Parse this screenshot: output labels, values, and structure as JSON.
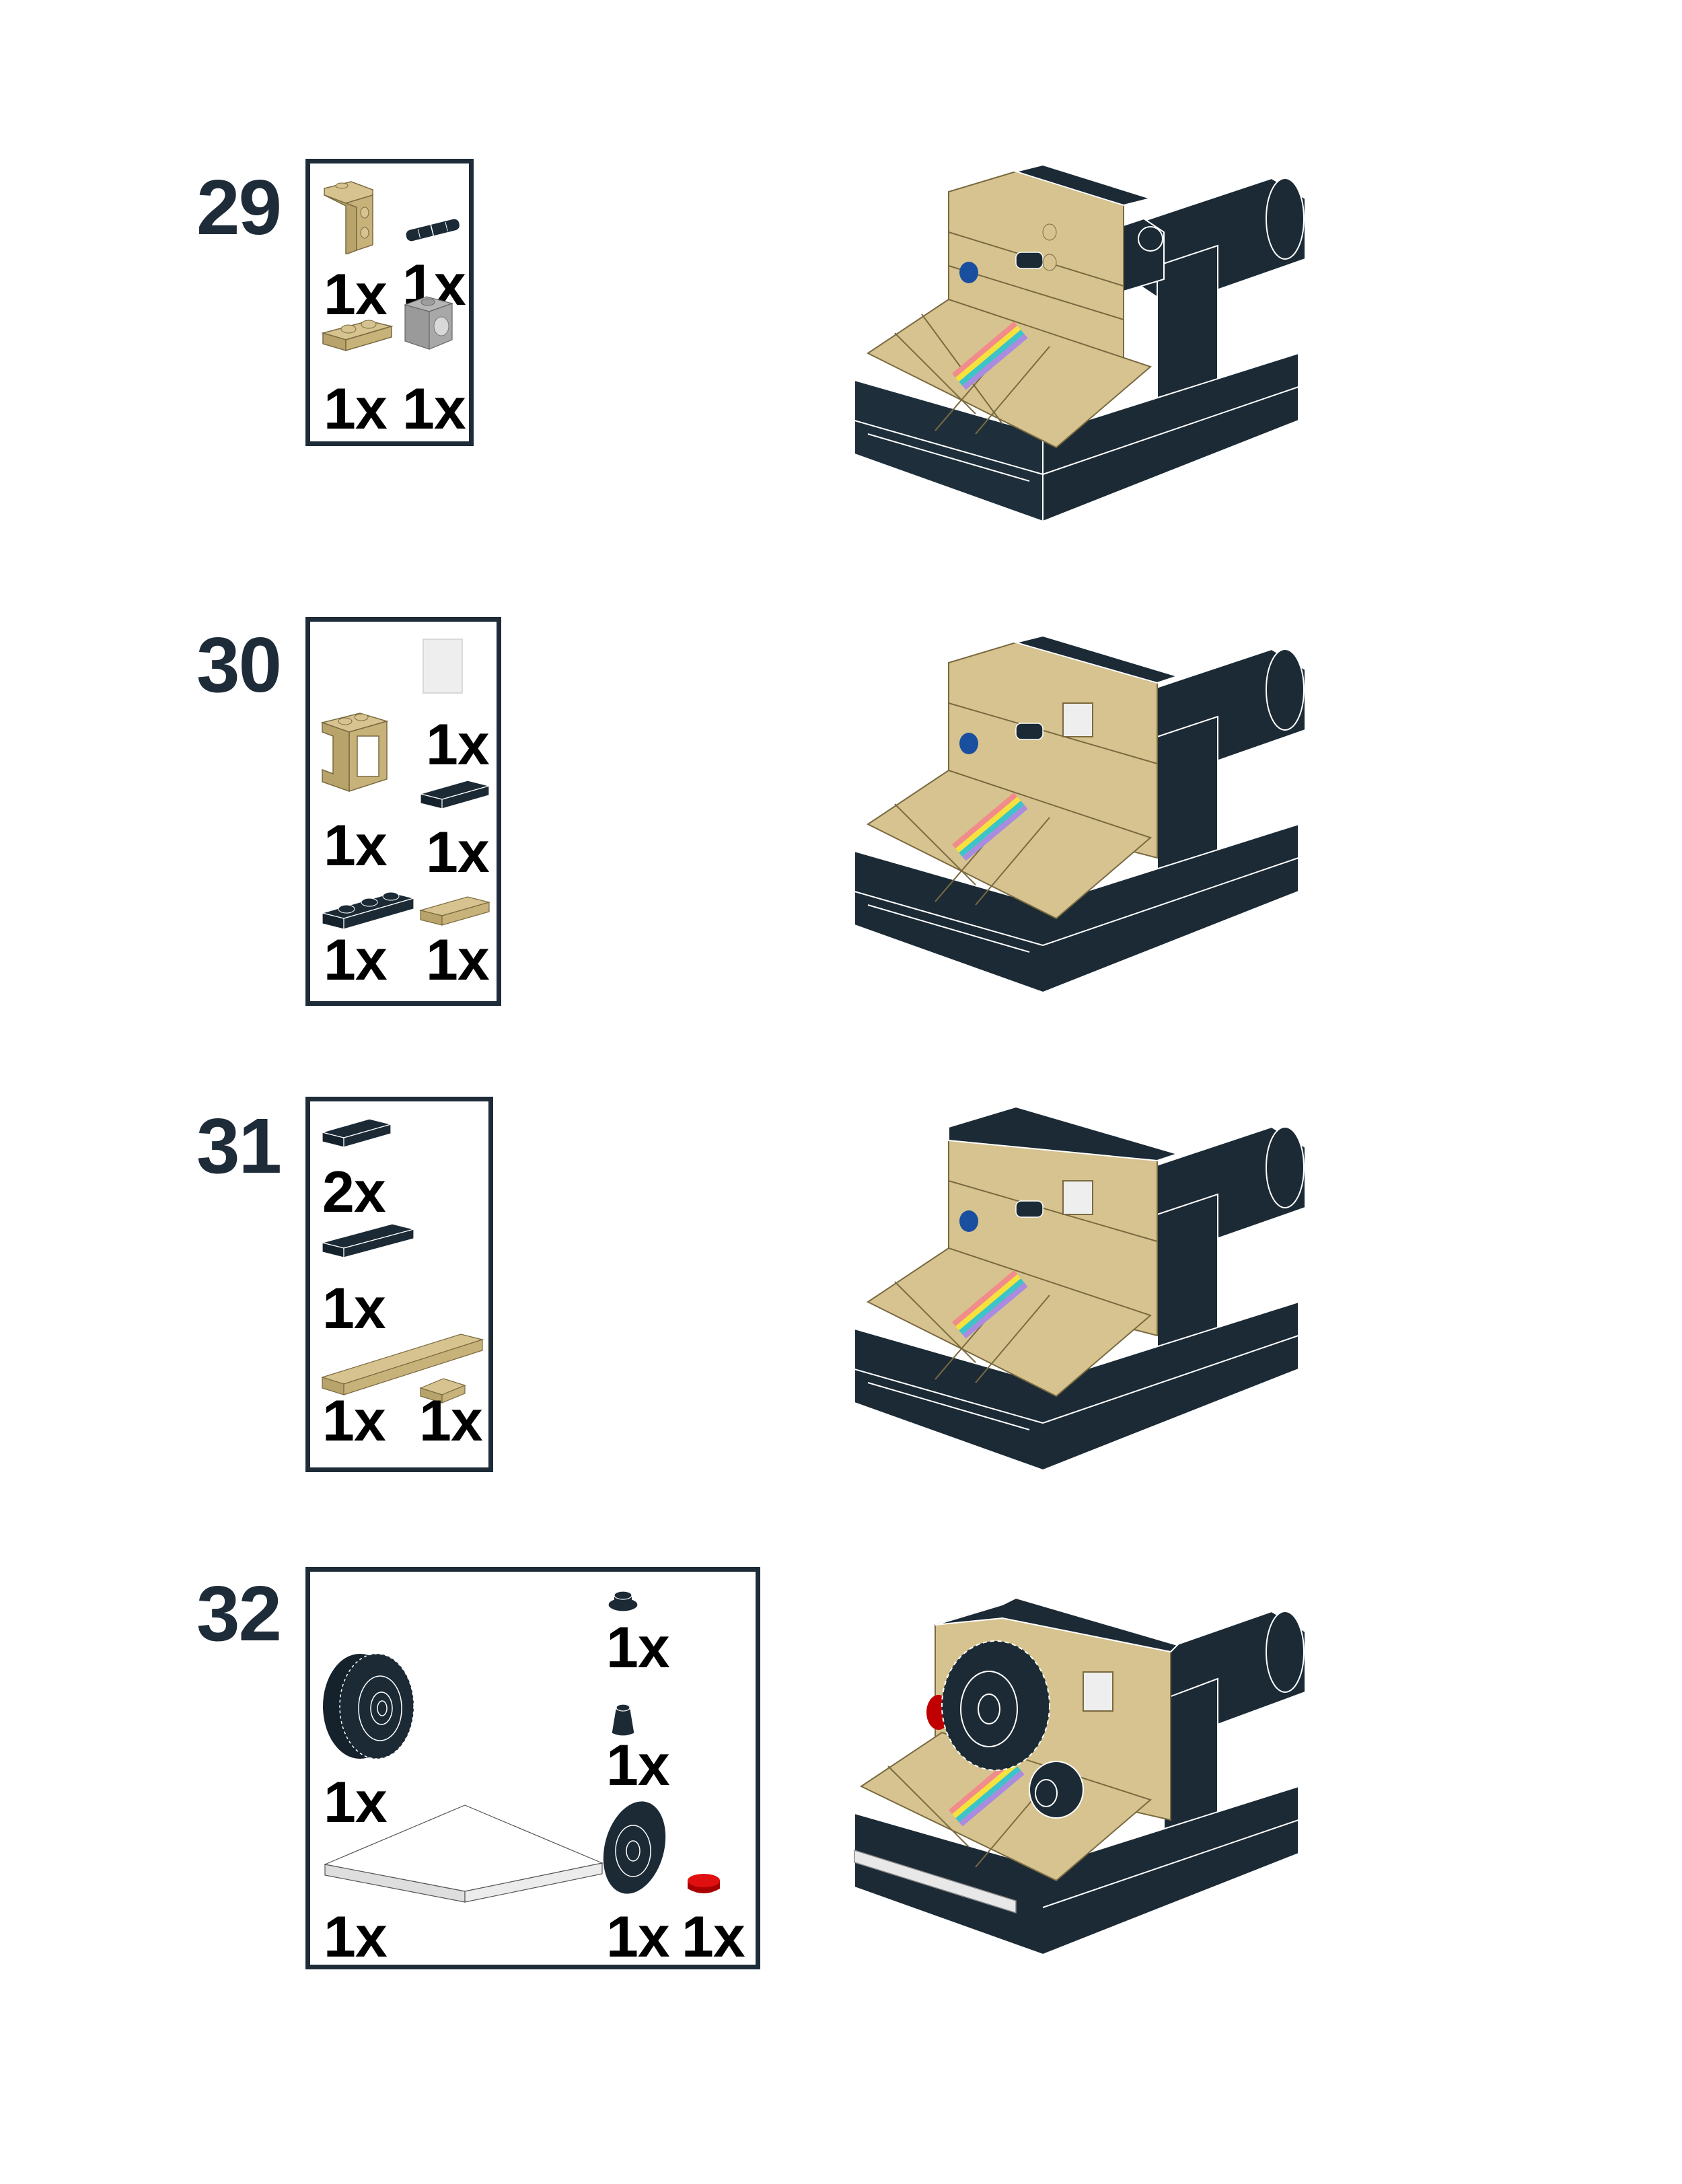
{
  "colors": {
    "navy": "#1b2a35",
    "tan": "#d6c38f",
    "tan_dark": "#a8925c",
    "light_gray": "#9a9a9a",
    "red": "#cc0000",
    "blue": "#1a4fa0",
    "label": "#1e2b38"
  },
  "steps": [
    {
      "number": "29",
      "parts": [
        {
          "icon": "tan-bracket-icon",
          "qty": "1x"
        },
        {
          "icon": "black-technic-pin-icon",
          "qty": "1x"
        },
        {
          "icon": "tan-plate-1x2-icon",
          "qty": "1x"
        },
        {
          "icon": "gray-technic-brick-1x1-icon",
          "qty": "1x"
        }
      ]
    },
    {
      "number": "30",
      "parts": [
        {
          "icon": "trans-clear-glass-pane-icon",
          "qty": "1x"
        },
        {
          "icon": "tan-window-frame-icon",
          "qty": "1x"
        },
        {
          "icon": "black-tile-1x2-icon",
          "qty": "1x"
        },
        {
          "icon": "black-plate-1x3-icon",
          "qty": "1x"
        },
        {
          "icon": "tan-tile-1x2-icon",
          "qty": "1x"
        }
      ]
    },
    {
      "number": "31",
      "parts": [
        {
          "icon": "black-tile-1x2-icon",
          "qty": "2x"
        },
        {
          "icon": "black-tile-1x3-icon",
          "qty": "1x"
        },
        {
          "icon": "tan-tile-1x6-icon",
          "qty": "1x"
        },
        {
          "icon": "tan-tile-1x1-icon",
          "qty": "1x"
        }
      ]
    },
    {
      "number": "32",
      "parts": [
        {
          "icon": "black-round-plate-1x1-icon",
          "qty": "1x"
        },
        {
          "icon": "black-tire-icon",
          "qty": "1x"
        },
        {
          "icon": "black-cone-1x1-icon",
          "qty": "1x"
        },
        {
          "icon": "white-tile-4x4-icon",
          "qty": "1x"
        },
        {
          "icon": "black-wheel-hub-icon",
          "qty": "1x"
        },
        {
          "icon": "red-round-tile-1x1-icon",
          "qty": "1x"
        }
      ]
    }
  ]
}
